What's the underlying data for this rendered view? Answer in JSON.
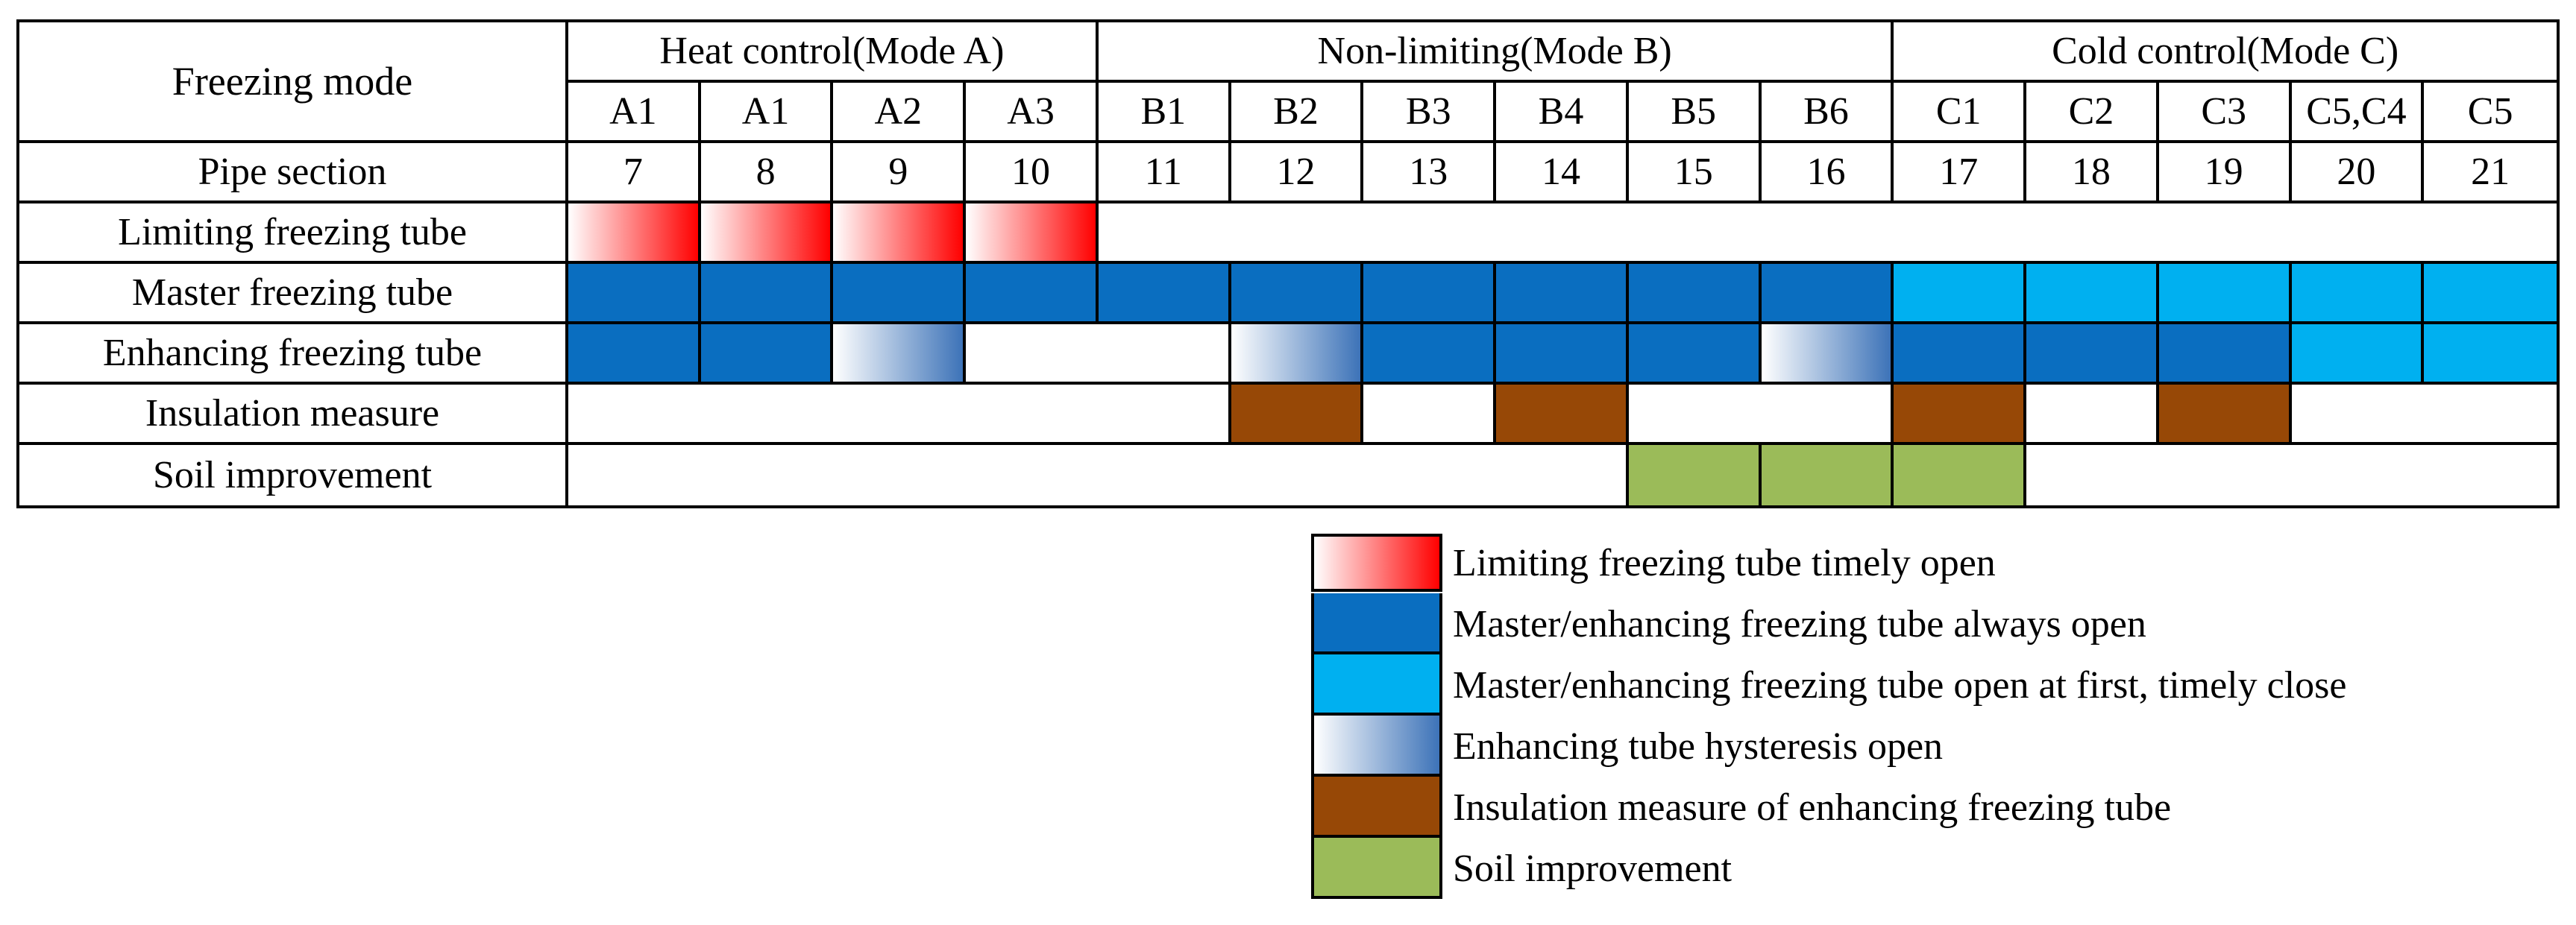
{
  "table": {
    "header_label": "Freezing mode",
    "groups": [
      {
        "label": "Heat control(Mode A)",
        "span": 4
      },
      {
        "label": "Non-limiting(Mode B)",
        "span": 6
      },
      {
        "label": "Cold control(Mode C)",
        "span": 5
      }
    ],
    "modes": [
      "A1",
      "A1",
      "A2",
      "A3",
      "B1",
      "B2",
      "B3",
      "B4",
      "B5",
      "B6",
      "C1",
      "C2",
      "C3",
      "C5,C4",
      "C5"
    ],
    "pipe_label": "Pipe section",
    "pipes": [
      "7",
      "8",
      "9",
      "10",
      "11",
      "12",
      "13",
      "14",
      "15",
      "16",
      "17",
      "18",
      "19",
      "20",
      "21"
    ],
    "rows": [
      {
        "label": "Limiting freezing tube",
        "cells": [
          "red",
          "red",
          "red",
          "red",
          "none",
          "none",
          "none",
          "none",
          "none",
          "none",
          "none",
          "none",
          "none",
          "none",
          "none"
        ]
      },
      {
        "label": "Master freezing tube",
        "cells": [
          "blue",
          "blue",
          "blue",
          "blue",
          "blue",
          "blue",
          "blue",
          "blue",
          "blue",
          "blue",
          "light",
          "light",
          "light",
          "light",
          "light"
        ]
      },
      {
        "label": "Enhancing freezing tube",
        "cells": [
          "blue",
          "blue",
          "hyst",
          "none",
          "none",
          "hyst",
          "blue",
          "blue",
          "blue",
          "hyst",
          "blue",
          "blue",
          "blue",
          "light",
          "light"
        ]
      },
      {
        "label": "Insulation measure",
        "cells": [
          "none",
          "none",
          "none",
          "none",
          "none",
          "brown",
          "none",
          "brown",
          "none",
          "none",
          "brown",
          "none",
          "brown",
          "none",
          "none"
        ]
      },
      {
        "label": "Soil improvement",
        "cells": [
          "none",
          "none",
          "none",
          "none",
          "none",
          "none",
          "none",
          "none",
          "green",
          "green",
          "green",
          "none",
          "none",
          "none",
          "none"
        ]
      }
    ]
  },
  "legend": [
    {
      "key": "red",
      "color": "#ff0000",
      "label": "Limiting freezing tube timely open"
    },
    {
      "key": "blue",
      "color": "#0a6ec0",
      "label": "Master/enhancing freezing tube always open"
    },
    {
      "key": "light",
      "color": "#00b0f0",
      "label": "Master/enhancing freezing tube open at first, timely close"
    },
    {
      "key": "hyst",
      "color": "#3d73b8",
      "label": "Enhancing tube hysteresis open"
    },
    {
      "key": "brown",
      "color": "#974806",
      "label": "Insulation measure of enhancing freezing tube"
    },
    {
      "key": "green",
      "color": "#9bbb59",
      "label": "Soil improvement"
    }
  ]
}
